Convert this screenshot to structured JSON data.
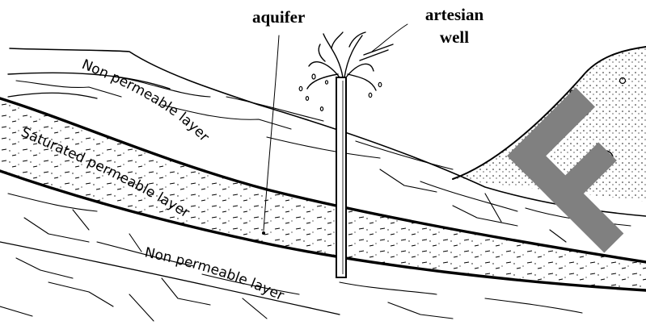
{
  "labels": {
    "aquifer": "aquifer",
    "artesian_line1": "artesian",
    "artesian_line2": "well",
    "upper_nonpermeable": "Non permeable layer",
    "saturated_layer": "Saturated permeable layer",
    "lower_nonpermeable": "Non permeable layer"
  },
  "watermark_letter": "F",
  "colors": {
    "ink": "#000000",
    "background": "#ffffff",
    "watermark": "#808080"
  }
}
